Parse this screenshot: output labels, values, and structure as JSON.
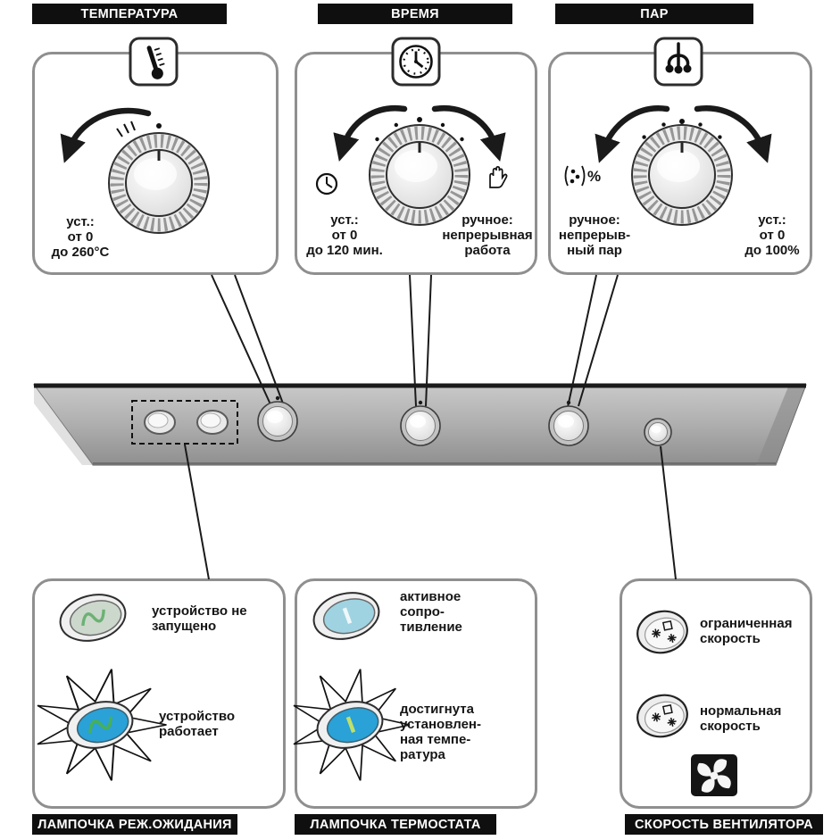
{
  "headers": {
    "temperature": "ТЕМПЕРАТУРА",
    "time": "ВРЕМЯ",
    "steam": "ПАР"
  },
  "temperature_panel": {
    "icon": "thermometer-icon",
    "set_range": "уст.:\nот 0\nдо 260°C"
  },
  "time_panel": {
    "icon": "clock-icon",
    "set_range": "уст.:\nот 0\nдо 120 мин.",
    "manual_mode": "ручное:\nнепрерывная\nработа"
  },
  "steam_panel": {
    "icon": "steam-icon",
    "manual_mode": "ручное:\nнепрерыв-\nный пар",
    "percent_mark": "%",
    "set_range": "уст.:\nот 0\nдо 100%"
  },
  "standby_section": {
    "not_started": "устройство не\nзапущено",
    "running": "устройство\nработает"
  },
  "thermostat_section": {
    "active": "активное\nсопро-\nтивление",
    "reached": "достигнута\nустановлен-\nная темпе-\nратура"
  },
  "fan_section": {
    "limited": "ограниченная\nскорость",
    "normal": "нормальная\nскорость"
  },
  "footers": {
    "standby": "ЛАМПОЧКА РЕЖ.ОЖИДАНИЯ",
    "thermostat": "ЛАМПОЧКА ТЕРМОСТАТА",
    "fan": "СКОРОСТЬ ВЕНТИЛЯТОРА"
  },
  "colors": {
    "bar_bg": "#0f0f0f",
    "bar_text": "#ffffff",
    "lamp_on_blue": "#2aa1d7",
    "lamp_symbol_green": "#46b05a",
    "panel_border": "#8f8f8f",
    "strip_gray": "#adadad"
  }
}
